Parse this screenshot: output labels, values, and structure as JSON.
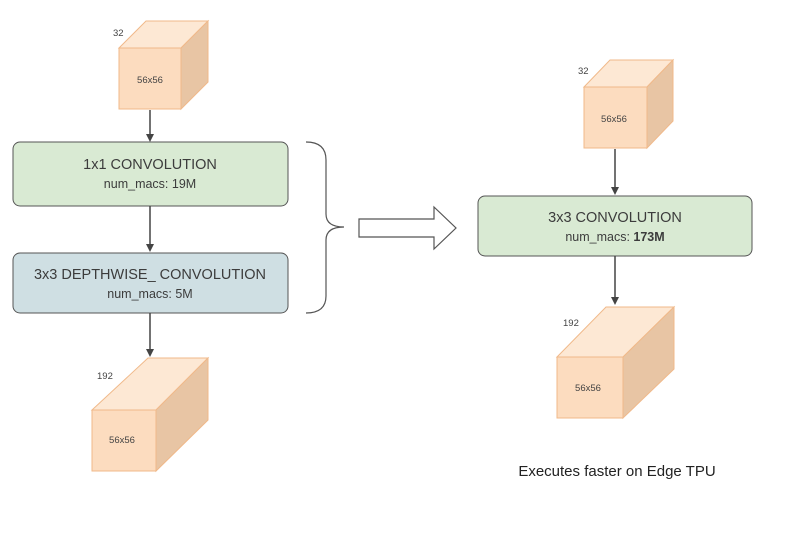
{
  "colors": {
    "cube_front": "#fcdcbf",
    "cube_top": "#fde8d4",
    "cube_side": "#e8c5a4",
    "cube_stroke": "#f0b98a",
    "conv_fill": "#d9ead3",
    "depthwise_fill": "#cfdfe3",
    "node_stroke": "#555555",
    "arrow": "#444444"
  },
  "left": {
    "input_tensor": {
      "channels": "32",
      "size": "56x56"
    },
    "conv_1x1": {
      "title": "1x1 CONVOLUTION",
      "sub": "num_macs: 19M"
    },
    "depthwise": {
      "title": "3x3 DEPTHWISE_ CONVOLUTION",
      "sub": "num_macs: 5M"
    },
    "output_tensor": {
      "channels": "192",
      "size": "56x56"
    }
  },
  "right": {
    "input_tensor": {
      "channels": "32",
      "size": "56x56"
    },
    "conv_3x3": {
      "title": "3x3 CONVOLUTION",
      "sub_prefix": "num_macs: ",
      "sub_value": "173M"
    },
    "output_tensor": {
      "channels": "192",
      "size": "56x56"
    }
  },
  "caption": "Executes faster on Edge TPU"
}
